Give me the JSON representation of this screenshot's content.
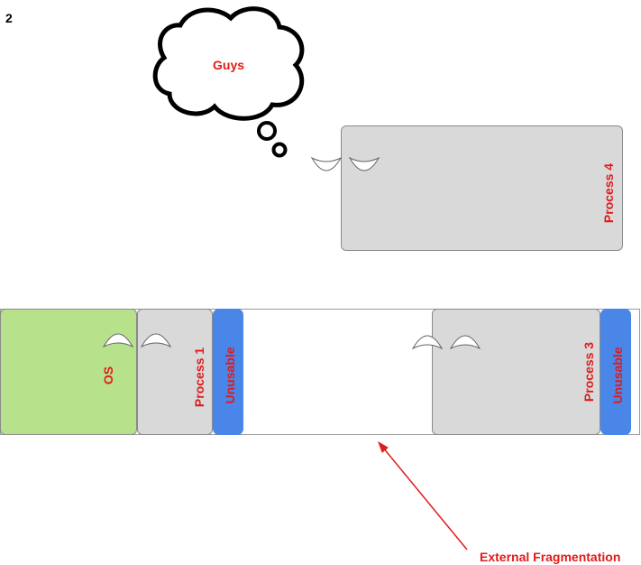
{
  "slide_number": "2",
  "thought_bubble": {
    "text": "Guys"
  },
  "process4": {
    "label": "Process 4"
  },
  "memory": {
    "os_label": "OS",
    "process1_label": "Process 1",
    "unusable1_label": "Unusable",
    "process3_label": "Process 3",
    "unusable2_label": "Unusable"
  },
  "annotation": {
    "label": "External Fragmentation"
  },
  "colors": {
    "label_red": "#e01b1b",
    "process_gray": "#d9d9d9",
    "os_green": "#b7e28b",
    "unusable_blue": "#4a86e8"
  }
}
